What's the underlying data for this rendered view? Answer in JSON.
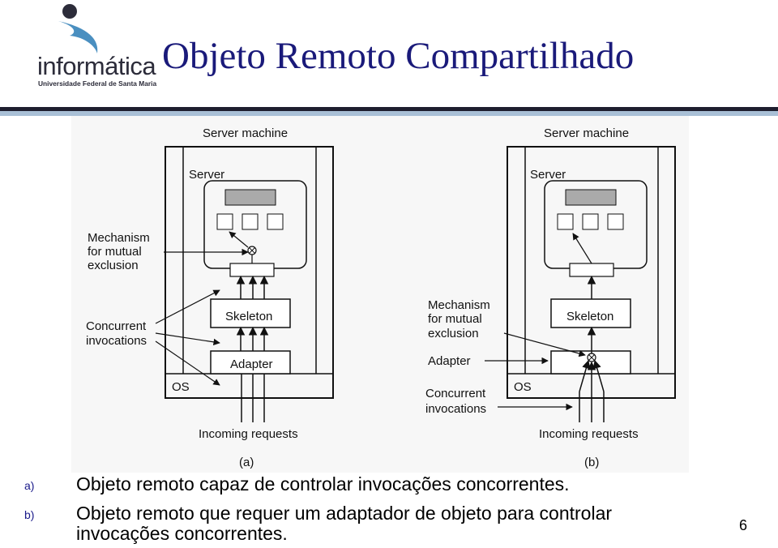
{
  "logo": {
    "word": "informática",
    "subtitle": "Universidade Federal de Santa Maria"
  },
  "title": "Objeto Remoto Compartilhado",
  "diagram": {
    "a": {
      "heading": "Server machine",
      "server": "Server",
      "skeleton": "Skeleton",
      "adapter": "Adapter",
      "os": "OS",
      "incoming": "Incoming requests",
      "mechanism": [
        "Mechanism",
        "for mutual",
        "exclusion"
      ],
      "concurrent": [
        "Concurrent",
        "invocations"
      ],
      "caption": "(a)"
    },
    "b": {
      "heading": "Server machine",
      "server": "Server",
      "skeleton": "Skeleton",
      "adapter": "Adapter",
      "os": "OS",
      "incoming": "Incoming requests",
      "mechanism": [
        "Mechanism",
        "for mutual",
        "exclusion"
      ],
      "concurrent": [
        "Concurrent",
        "invocations"
      ],
      "caption": "(b)"
    }
  },
  "bullets": [
    {
      "marker": "a)",
      "text": "Objeto remoto capaz de controlar invocações concorrentes."
    },
    {
      "marker": "b)",
      "line1": "Objeto remoto que requer um adaptador de objeto para controlar",
      "line2": "invocações concorrentes."
    }
  ],
  "page_number": "6",
  "colors": {
    "title": "#1a1a7a",
    "rule_dark": "#1e1e2e",
    "rule_light": "#a9c0d6",
    "logo_swoosh": "#4a8fc0"
  }
}
